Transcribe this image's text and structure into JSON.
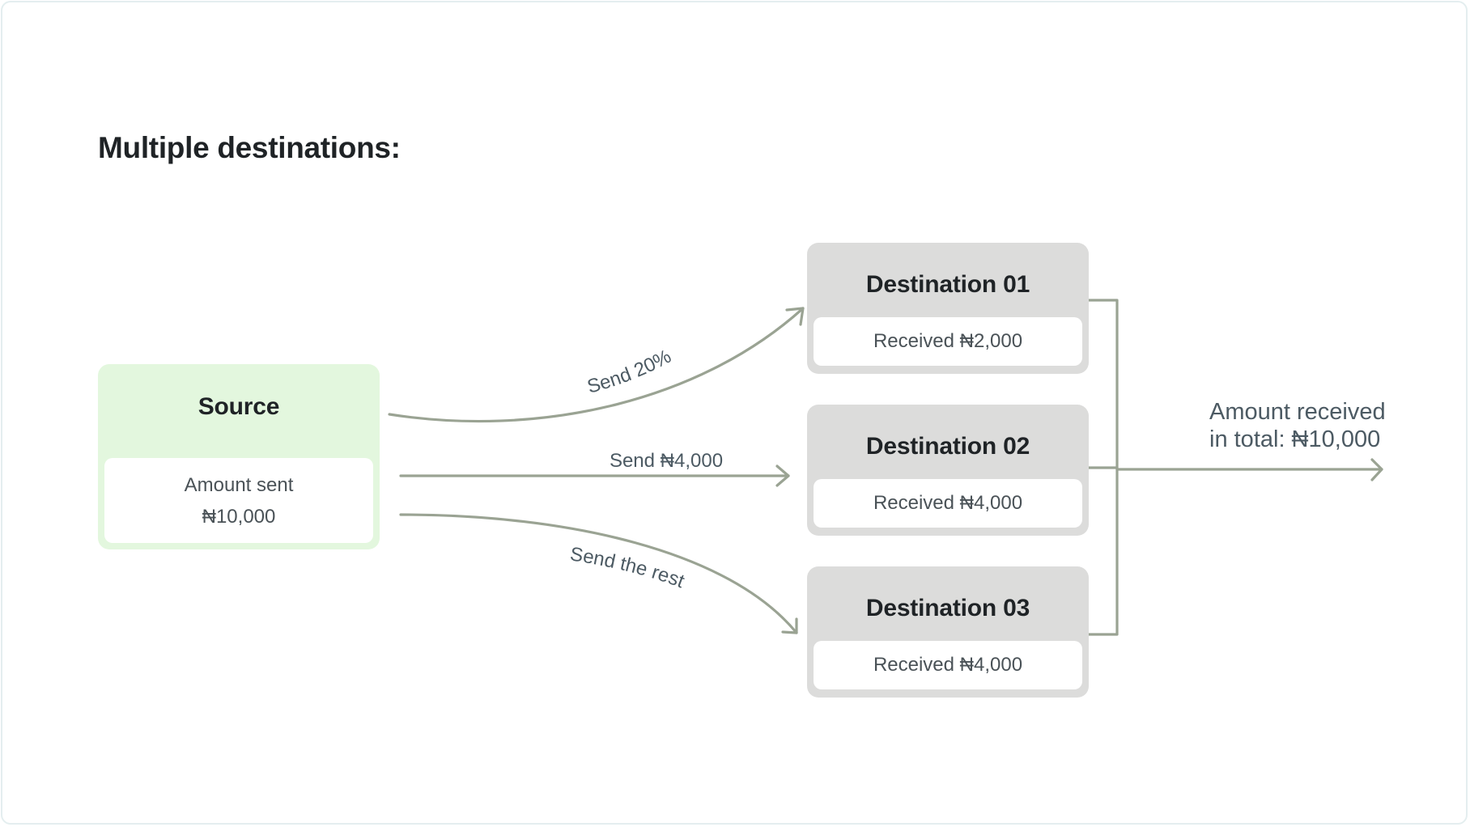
{
  "title": "Multiple destinations:",
  "source": {
    "label": "Source",
    "line1": "Amount sent",
    "line2": "₦10,000"
  },
  "destinations": [
    {
      "label": "Destination 01",
      "received": "Received ₦2,000"
    },
    {
      "label": "Destination 02",
      "received": "Received ₦4,000"
    },
    {
      "label": "Destination 03",
      "received": "Received ₦4,000"
    }
  ],
  "flows": {
    "to_dest_1": "Send 20%",
    "to_dest_2": "Send ₦4,000",
    "to_dest_3": "Send the rest"
  },
  "total": {
    "line1": "Amount received",
    "line2": "in total: ₦10,000"
  },
  "colors": {
    "source_fill": "#e3f7de",
    "destination_fill": "#dcdcdb",
    "arrow": "#9aa393",
    "text": "#4c5a63"
  }
}
